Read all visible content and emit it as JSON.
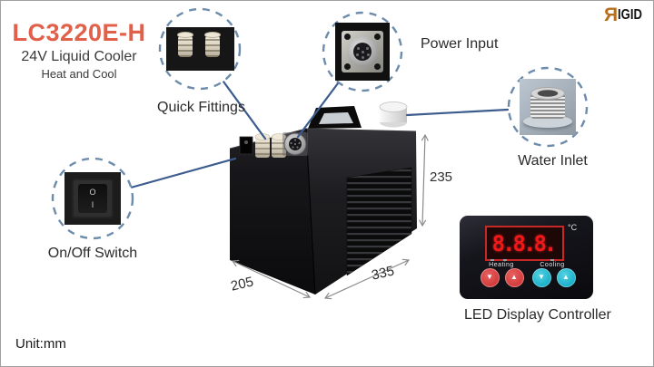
{
  "product": {
    "model": "LC3220E-H",
    "subtitle": "24V Liquid Cooler",
    "tagline": "Heat and Cool"
  },
  "brand": {
    "logo_first_letter": "R",
    "logo_rest": "IGID"
  },
  "callouts": {
    "quick_fittings": {
      "label": "Quick Fittings"
    },
    "power_input": {
      "label": "Power Input"
    },
    "water_inlet": {
      "label": "Water Inlet"
    },
    "on_off_switch": {
      "label": "On/Off Switch",
      "off_mark": "O",
      "on_mark": "I"
    }
  },
  "dimensions": {
    "height_mm": "235",
    "length_mm": "335",
    "depth_mm": "205",
    "unit_note": "Unit:mm"
  },
  "led_controller": {
    "caption": "LED Display Controller",
    "display_value": "8.8.8.",
    "display_unit": "°C",
    "heating_label": "Heating",
    "cooling_label": "Cooling",
    "down_glyph": "▼",
    "up_glyph": "▲"
  },
  "colors": {
    "accent": "#e2604a",
    "callout_line": "#3c5c8e",
    "dashed_circle": "#6d8cab",
    "led_digit_red": "#f01818",
    "button_red": "#d13a3a",
    "button_cyan": "#17aec8"
  }
}
